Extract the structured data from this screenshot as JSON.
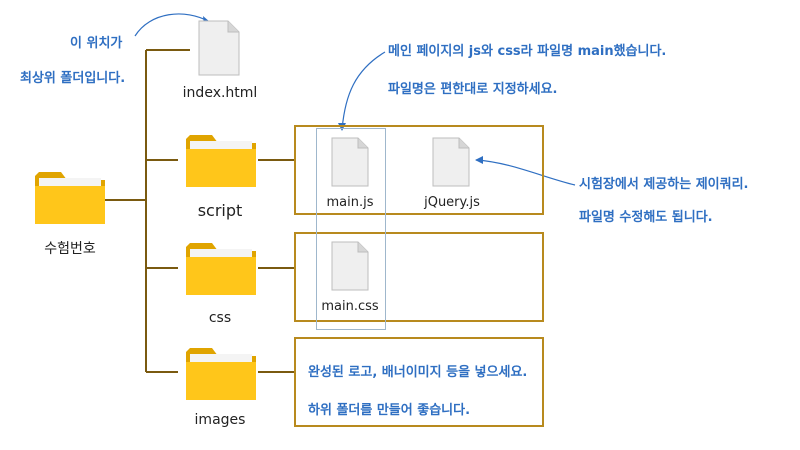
{
  "root": {
    "label": "수험번호"
  },
  "folders": {
    "script": {
      "label": "script"
    },
    "css": {
      "label": "css"
    },
    "images": {
      "label": "images"
    }
  },
  "files": {
    "index": {
      "label": "index.html"
    },
    "main_js": {
      "label": "main.js"
    },
    "jquery": {
      "label": "jQuery.js"
    },
    "main_css": {
      "label": "main.css"
    }
  },
  "notes": {
    "position_line1": "이 위치가",
    "position_line2": "최상위 폴더입니다.",
    "mainjs_line1": "메인 페이지의 js와 css라 파일명 main했습니다.",
    "mainjs_line2": "파일명은 편한대로 지정하세요.",
    "jquery_line1": "시험장에서 제공하는 제이쿼리.",
    "jquery_line2": "파일명 수정해도 됩니다.",
    "images_line1": "완성된 로고, 배너이미지 등을 넣으세요.",
    "images_line2": "하위 폴더를 만들어 좋습니다."
  },
  "colors": {
    "line": "#7a5a10",
    "box_border": "#b88a1e",
    "folder": "#ffc61a",
    "note_text": "#2f6fc2"
  }
}
